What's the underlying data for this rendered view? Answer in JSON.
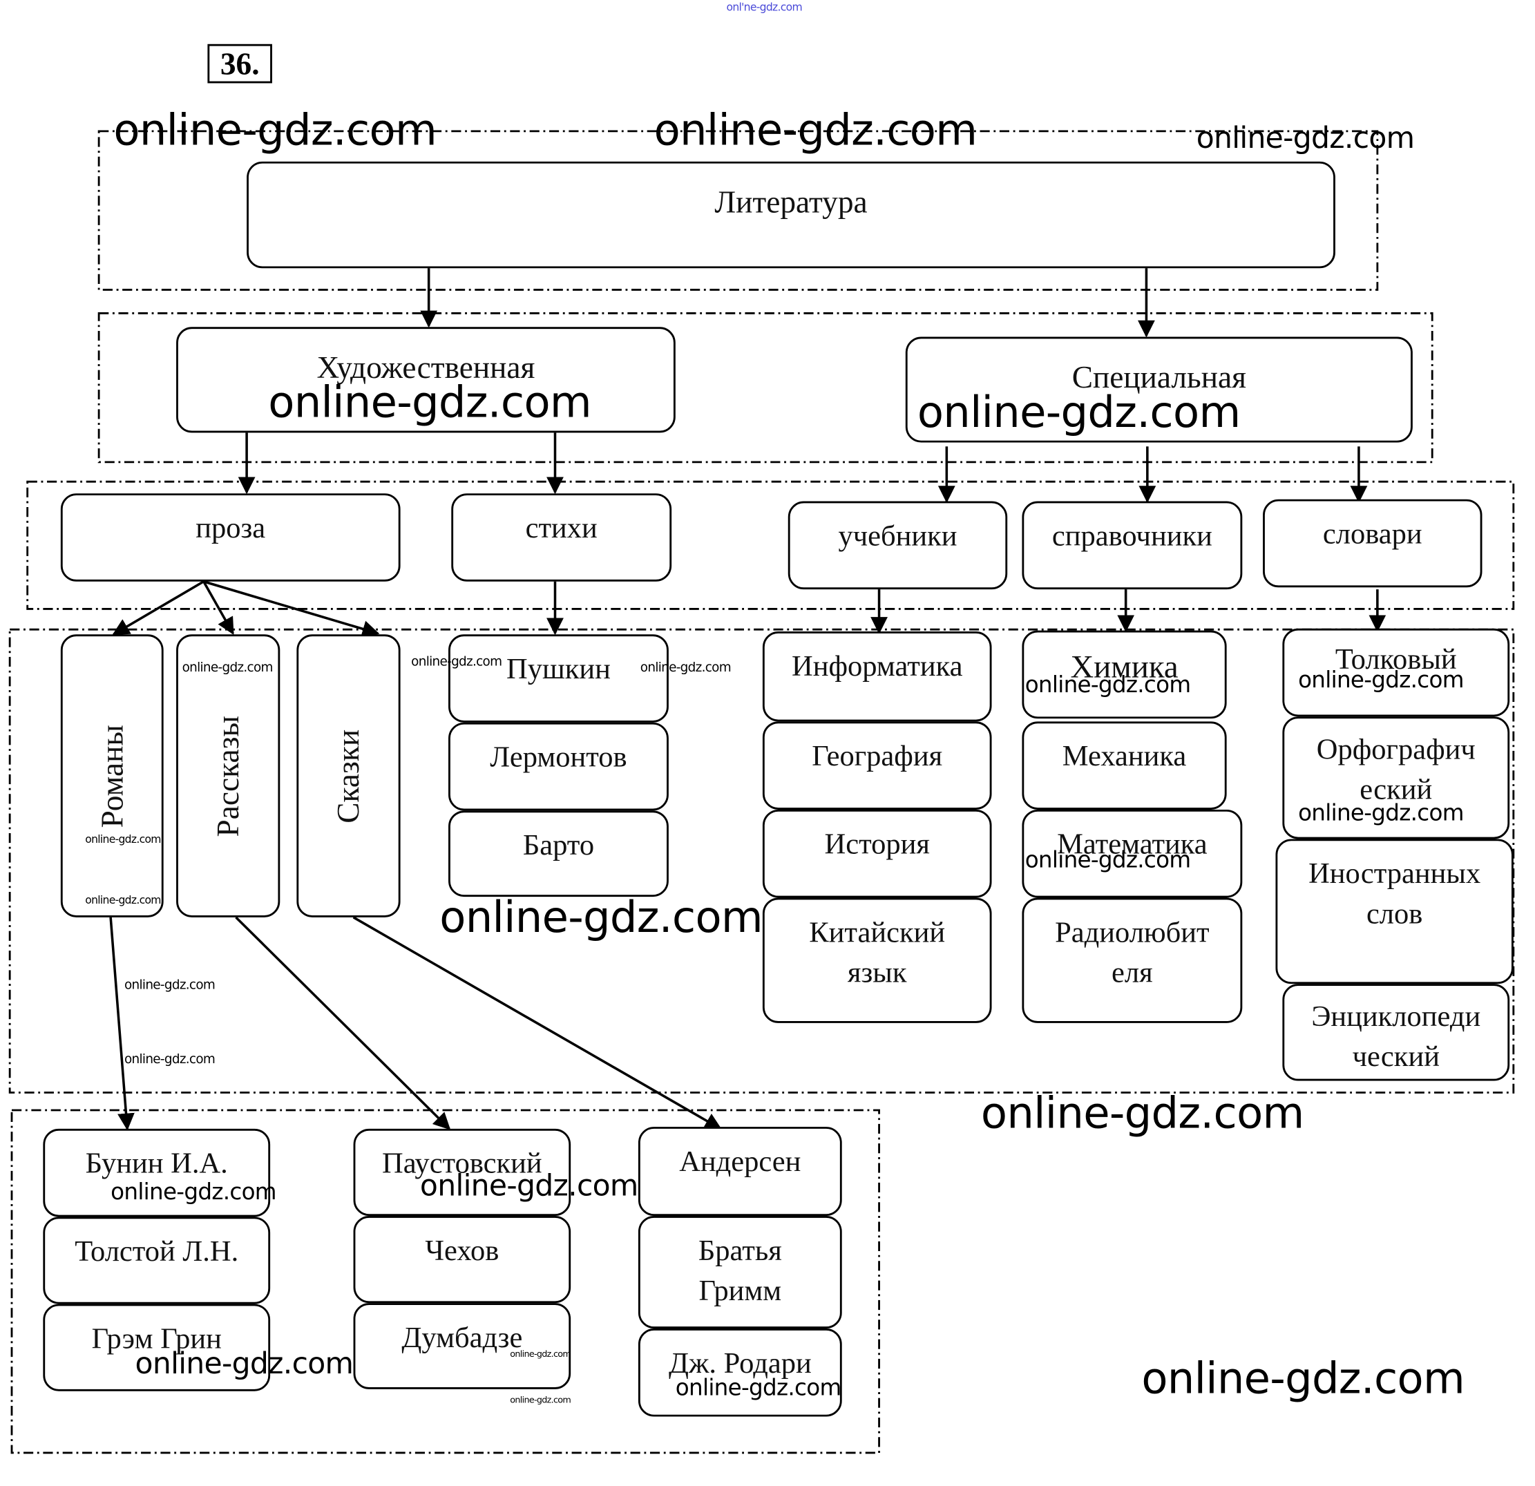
{
  "task_number": "36.",
  "watermark": "online-gdz.com",
  "top_watermark": "onl'ne-gdz.com",
  "root": {
    "label": "Литература"
  },
  "level1": [
    {
      "id": "fiction",
      "label": "Художественная"
    },
    {
      "id": "special",
      "label": "Специальная"
    }
  ],
  "level2": [
    {
      "id": "prose",
      "label": "проза",
      "parent": "fiction"
    },
    {
      "id": "poems",
      "label": "стихи",
      "parent": "fiction"
    },
    {
      "id": "textbooks",
      "label": "учебники",
      "parent": "special"
    },
    {
      "id": "references",
      "label": "справочники",
      "parent": "special"
    },
    {
      "id": "dictionaries",
      "label": "словари",
      "parent": "special"
    }
  ],
  "prose_genres": [
    {
      "id": "novels",
      "label": "Романы"
    },
    {
      "id": "stories",
      "label": "Рассказы"
    },
    {
      "id": "tales",
      "label": "Сказки"
    }
  ],
  "poets": [
    "Пушкин",
    "Лермонтов",
    "Барто"
  ],
  "textbooks": [
    "Информатика",
    "География",
    "История",
    "Китайский язык"
  ],
  "references": [
    "Химика",
    "Механика",
    "Математика",
    "Радиолюбит еля"
  ],
  "dictionaries": [
    "Толковый",
    "Орфографич еский",
    "Иностранных слов",
    "Энциклопеди ческий"
  ],
  "authors": {
    "novels": [
      "Бунин И.А.",
      "Толстой Л.Н.",
      "Грэм Грин"
    ],
    "stories": [
      "Паустовский",
      "Чехов",
      "Думбадзе"
    ],
    "tales": [
      "Андерсен",
      "Братья Гримм",
      "Дж. Родари"
    ]
  }
}
